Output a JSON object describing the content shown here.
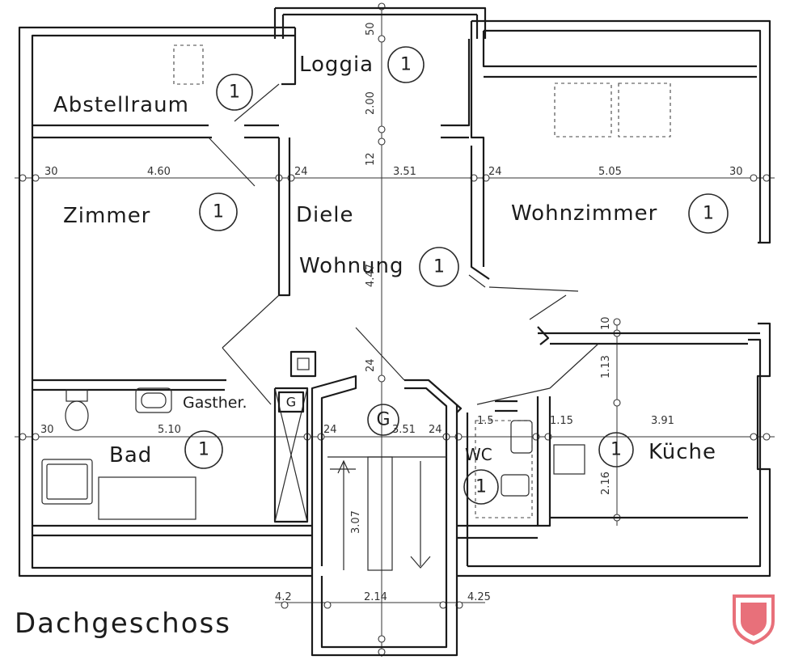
{
  "rooms": {
    "abstellraum": "Abstellraum",
    "loggia": "Loggia",
    "zimmer": "Zimmer",
    "diele": "Diele",
    "wohnung": "Wohnung",
    "wohnzimmer": "Wohnzimmer",
    "gasther": "Gasther.",
    "bad": "Bad",
    "wc": "WC",
    "kuche": "Küche"
  },
  "unit_markers": {
    "abstellraum": "1",
    "loggia": "1",
    "zimmer": "1",
    "wohnung": "1",
    "wohnzimmer": "1",
    "bad": "1",
    "wc": "1",
    "kuche": "1",
    "stair": "G",
    "gas": "G"
  },
  "dimensions": {
    "d_30_left": "30",
    "d_460": "4.60",
    "d_24_a": "24",
    "d_351": "3.51",
    "d_24_b": "24",
    "d_505": "5.05",
    "d_30_right": "30",
    "d_30_bad": "30",
    "d_510": "5.10",
    "d_24_c": "24",
    "d_351_b": "3.51",
    "d_24_d": "24",
    "d_15": "1.5",
    "d_115": "1.15",
    "d_391": "3.91",
    "d_42_left": "4.2",
    "d_214": "2.14",
    "d_425": "4.25",
    "d_50_top": "50",
    "d_200": "2.00",
    "d_12": "12",
    "d_447": "4.47",
    "d_24_stair": "24",
    "d_113": "1.13",
    "d_10": "10",
    "d_216": "2.16",
    "d_307": "3.07"
  },
  "plan_title": "Dachgeschoss",
  "colors": {
    "logo": "#e8707a",
    "ink": "#1a1a1a"
  },
  "logo_icon": "shield-icon"
}
